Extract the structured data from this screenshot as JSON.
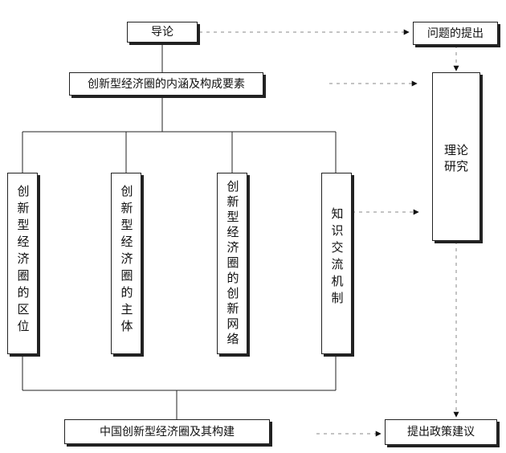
{
  "nodes": {
    "intro": "导论",
    "problem": "问题的提出",
    "connotation": "创新型经济圈的内涵及构成要素",
    "theory_line1": "理论",
    "theory_line2": "研究",
    "location": "创新型经济圈的区位",
    "subject": "创新型经济圈的主体",
    "network": "创新型经济圈的创新网络",
    "knowledge": "知识交流机制",
    "china": "中国创新型经济圈及其构建",
    "policy": "提出政策建议"
  },
  "colors": {
    "line": "#222222",
    "dashed": "#888888",
    "arrow": "#111111"
  }
}
